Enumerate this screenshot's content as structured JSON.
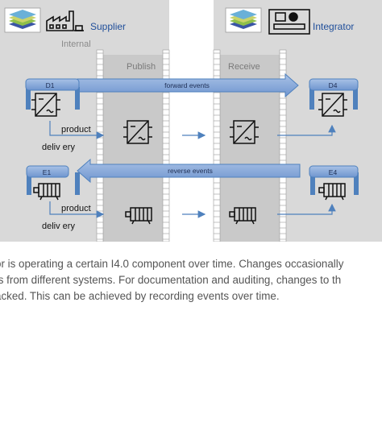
{
  "header": {
    "supplier": "Supplier",
    "integrator": "Integrator",
    "internal": "Internal"
  },
  "lanes": {
    "publish": "Publish",
    "receive": "Receive"
  },
  "events": {
    "forward": "forward events",
    "reverse": "reverse events"
  },
  "components": {
    "d1": "D1",
    "d4": "D4",
    "e1": "E1",
    "e4": "E4"
  },
  "labels": {
    "product_1": "product",
    "delivery_1": "deliv ery",
    "product_2": "product",
    "delivery_2": "deliv ery"
  },
  "caption": {
    "line1": "or is operating a certain I4.0 component over time. Changes occasionally",
    "line2": "ts from different systems. For documentation and auditing, changes to th",
    "line3": "acked. This can be achieved by recording events over time."
  },
  "colors": {
    "panel_gray": "#d9d9d9",
    "lane_gray": "#c8c8c8",
    "blue": "#4f81bd",
    "blue_light": "#9bb8e0",
    "text_blue": "#1f4e9a"
  },
  "icons": {
    "supplier_logo": "layer-stack-icon",
    "factory": "factory-icon",
    "integrator_logo": "layer-stack-icon",
    "machine": "machine-icon",
    "inverter": "inverter-icon",
    "motor": "motor-icon"
  }
}
